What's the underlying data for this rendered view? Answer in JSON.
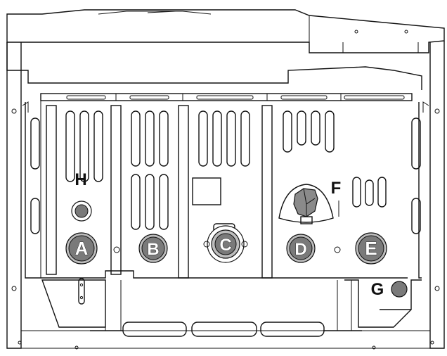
{
  "labels": {
    "a": "A",
    "b": "B",
    "c": "C",
    "d": "D",
    "e": "E",
    "f": "F",
    "g": "G",
    "h": "H"
  },
  "colors": {
    "line": "#111111",
    "connector_fill": "#7a7a7a",
    "connector_ring": "#bdbdbd",
    "valve_fill": "#8a8a8a",
    "background": "#ffffff"
  }
}
